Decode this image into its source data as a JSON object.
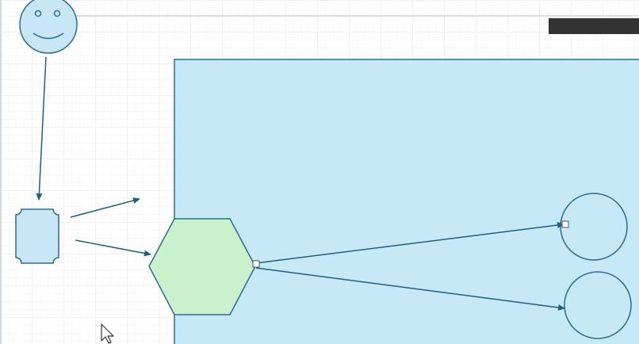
{
  "canvas": {
    "grid": true,
    "background": "#ffffff",
    "grid_color": "#eef2f6"
  },
  "colors": {
    "shape_fill": "#c7e7f6",
    "shape_stroke": "#2e6c8e",
    "container_fill": "#c7e8f6",
    "hexagon_fill": "#c9f2cc",
    "connector": "#1f5f80",
    "toolbar_bar": "#333333"
  },
  "diagram": {
    "shapes": [
      {
        "id": "smiley",
        "kind": "smiley-face",
        "label": ""
      },
      {
        "id": "start-node",
        "kind": "plaque",
        "label": ""
      },
      {
        "id": "container",
        "kind": "rectangle",
        "label": ""
      },
      {
        "id": "hexagon",
        "kind": "hexagon",
        "label": ""
      },
      {
        "id": "circle-top",
        "kind": "ellipse",
        "label": ""
      },
      {
        "id": "circle-bottom",
        "kind": "ellipse",
        "label": ""
      }
    ],
    "connectors": [
      {
        "from": "smiley",
        "to": "start-node"
      },
      {
        "from": "start-node",
        "to": ""
      },
      {
        "from": "start-node",
        "to": "hexagon"
      },
      {
        "from": "hexagon",
        "to": "circle-top"
      },
      {
        "from": "hexagon",
        "to": "circle-bottom"
      }
    ]
  },
  "pointer": {
    "icon": "mouse-pointer-icon"
  }
}
